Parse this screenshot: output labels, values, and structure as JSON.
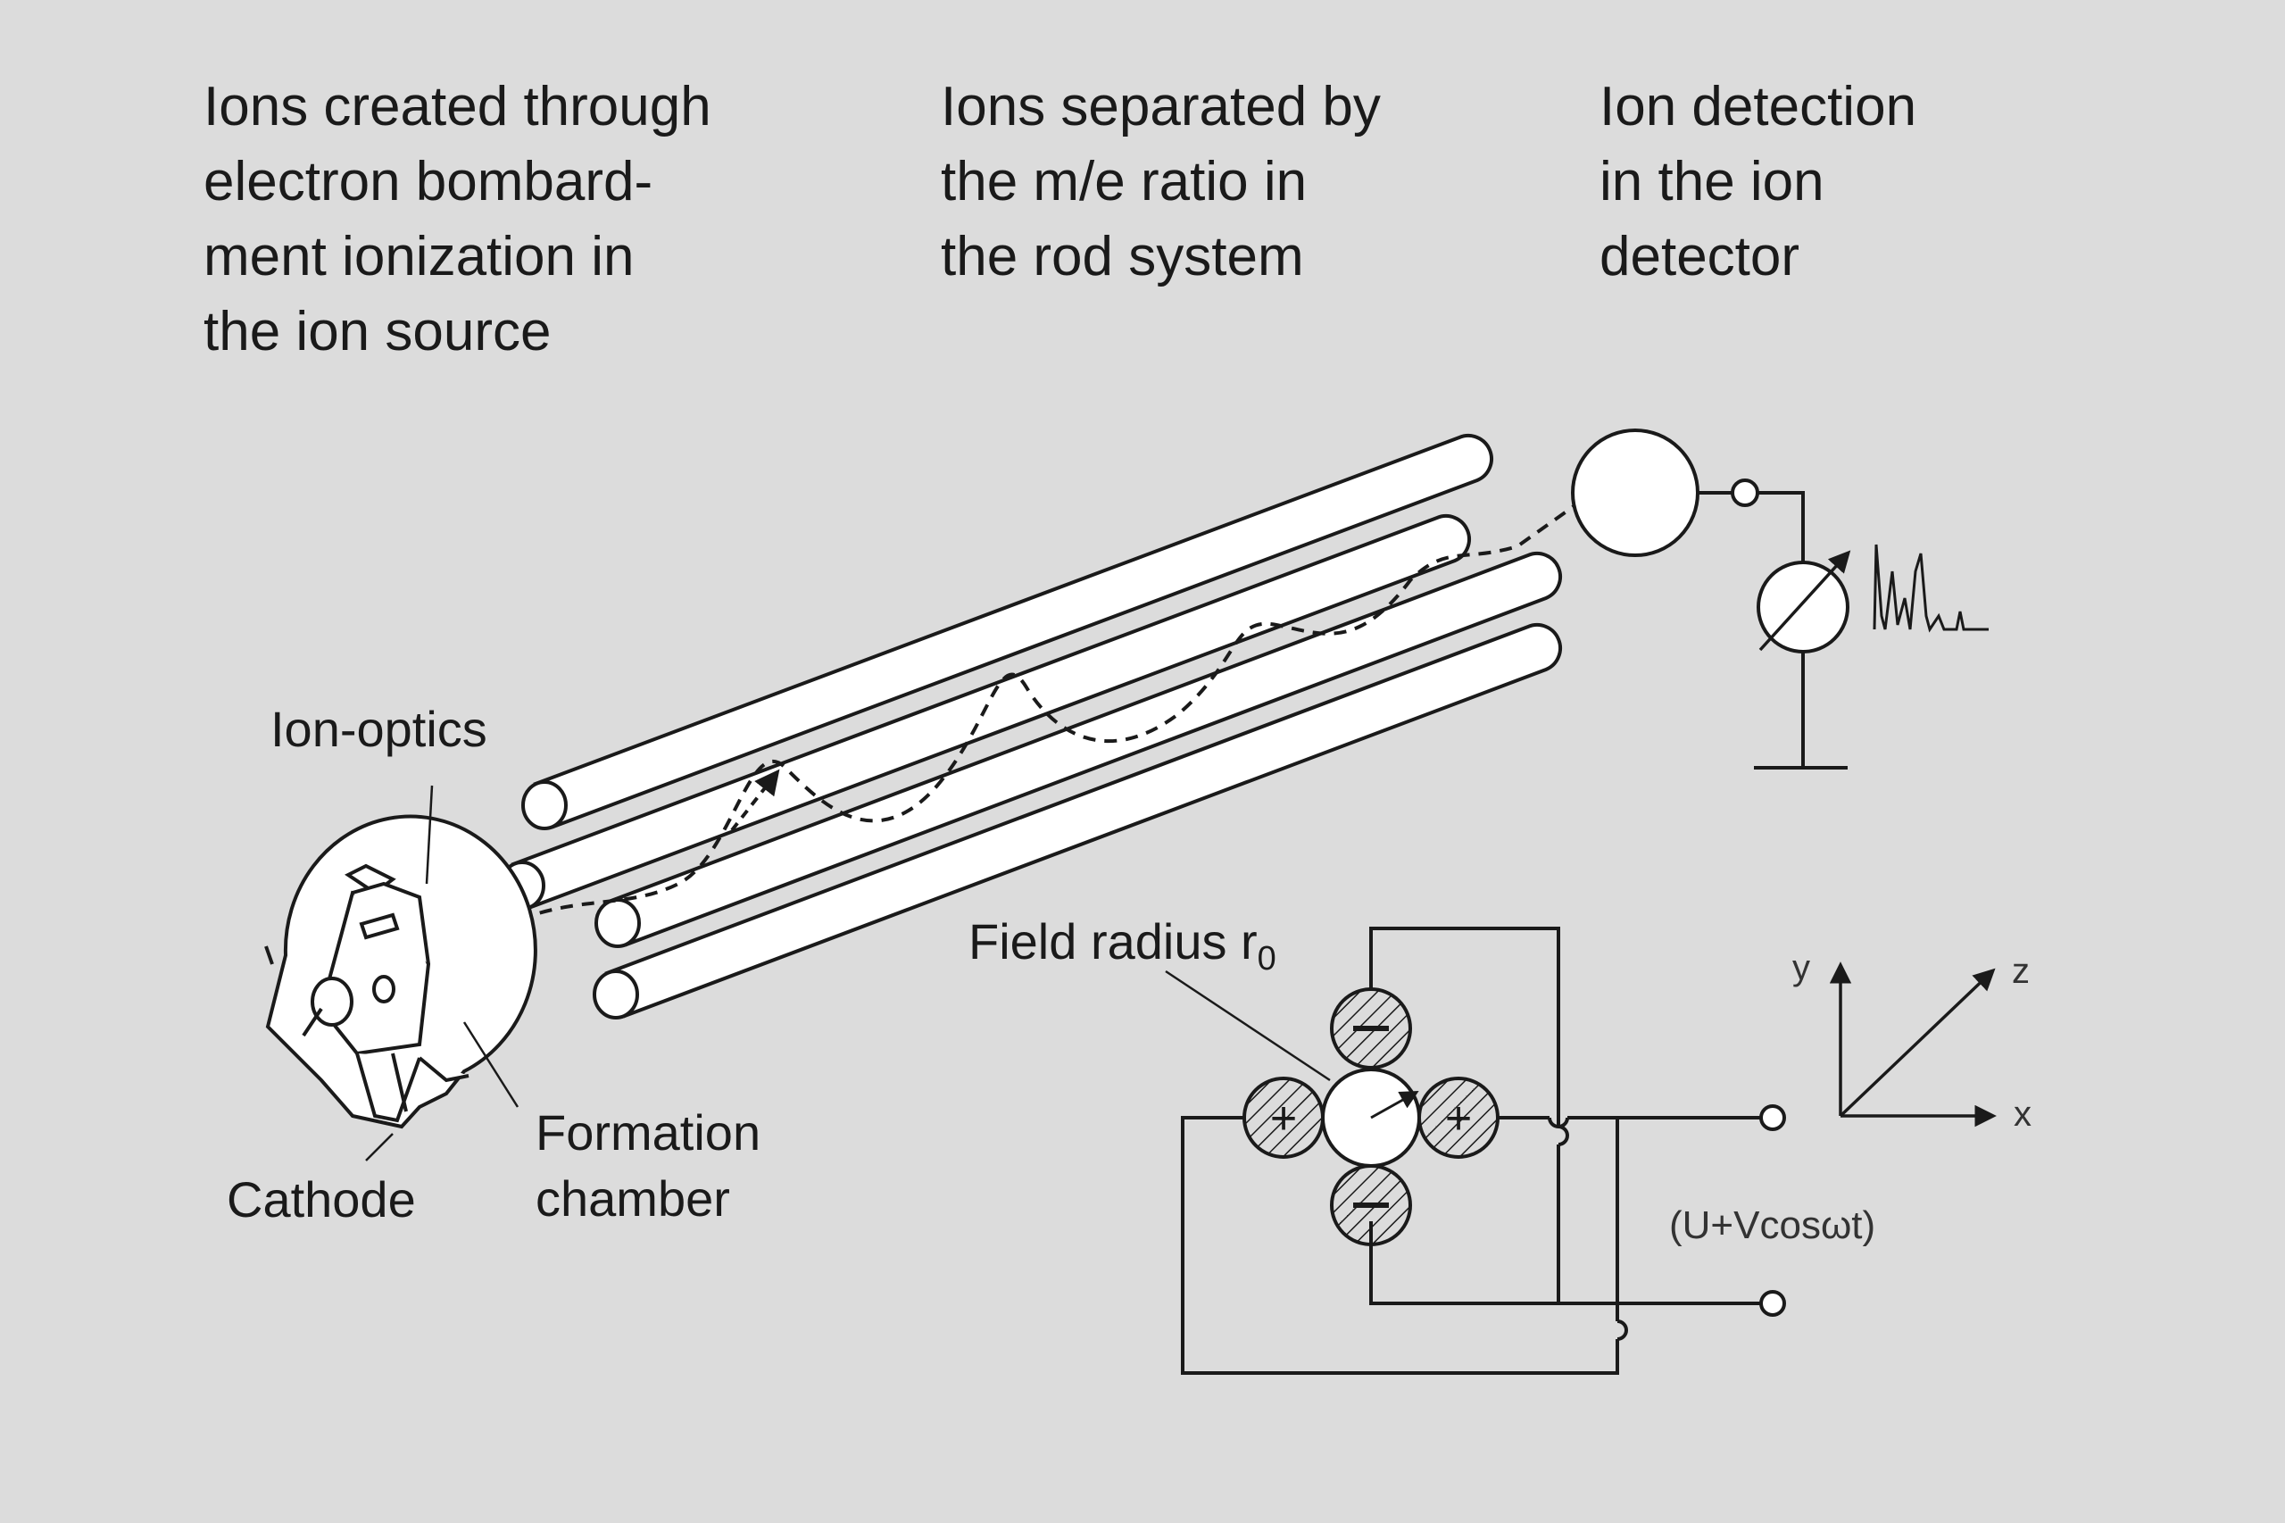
{
  "headings": {
    "source": [
      "Ions created through",
      "electron bombard-",
      "ment ionization in",
      "the ion source"
    ],
    "separation": [
      "Ions separated by",
      "the m/e ratio in",
      "the rod system"
    ],
    "detection": [
      "Ion detection",
      "in the ion",
      "detector"
    ]
  },
  "labels": {
    "ion_optics": "Ion-optics",
    "cathode": "Cathode",
    "formation_chamber": [
      "Formation",
      "chamber"
    ],
    "field_radius": "Field radius r",
    "field_radius_sub": "0",
    "voltage": "(U+Vcosωt)"
  },
  "axes": {
    "x": "x",
    "y": "y",
    "z": "z"
  },
  "rod_signs": {
    "top": "−",
    "bottom": "−",
    "left": "+",
    "right": "+"
  },
  "colors": {
    "background": "#dcdcdc",
    "ink": "#1a1a1a",
    "fill": "#ffffff"
  }
}
